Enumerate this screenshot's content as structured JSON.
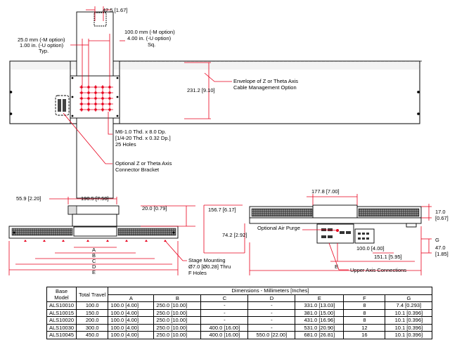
{
  "top_view": {
    "dim_42_5": "42.5 [1.67]",
    "dim_100_line1": "100.0 mm (-M option)",
    "dim_100_line2": "4.00 in. (-U option)",
    "dim_100_line3": "Sq.",
    "dim_25_line1": "25.0 mm (-M option)",
    "dim_25_line2": "1.00 in. (-U option)",
    "dim_25_line3": "Typ.",
    "envelope_line1": "Envelope of Z or Theta Axis",
    "envelope_line2": "Cable Management Option",
    "dim_231": "231.2 [9.10]",
    "holes_line1": "M6-1.0 Thd. x 8.0 Dp.",
    "holes_line2": "[1/4-20 Thd. x 0.32 Dp.]",
    "holes_line3": "25 Holes",
    "bracket_line1": "Optional Z or Theta Axis",
    "bracket_line2": "Connector Bracket"
  },
  "front_view": {
    "dim_55_9": "55.9 [2.20]",
    "dim_190_5": "190.5 [7.50]",
    "dim_20": "20.0 [0.79]",
    "dim_156_7": "156.7 [6.17]",
    "dim_74_2": "74.2 [2.92]",
    "letters": [
      "A",
      "B",
      "C",
      "D",
      "E"
    ],
    "mount_line1": "Stage Mounting",
    "mount_line2": "Ø7.0 [Ø0.28] Thru",
    "mount_line3": "F Holes"
  },
  "side_view": {
    "dim_177_8": "177.8 [7.00]",
    "air_purge": "Optional Air Purge",
    "dim_17": "17.0",
    "dim_0_67": "[0.67]",
    "dim_100": "100.0 [4.00]",
    "dim_151": "151.1 [5.95]",
    "g": "G",
    "dim_47": "47.0",
    "dim_1_85": "[1.85]",
    "e": "E",
    "upper_axis": "Upper Axis Connections"
  },
  "table": {
    "h_base": "Base",
    "h_model": "Model",
    "h_travel": "Total Travel",
    "h_dims": "Dimensions - Millimeters [Inches]",
    "cols": [
      "A",
      "B",
      "C",
      "D",
      "E",
      "F",
      "G"
    ],
    "rows": [
      [
        "ALS10010",
        "100.0",
        "100.0 [4.00]",
        "250.0 [10.00]",
        "-",
        "-",
        "331.0 [13.03]",
        "8",
        "7.4 [0.293]"
      ],
      [
        "ALS10015",
        "150.0",
        "100.0 [4.00]",
        "250.0 [10.00]",
        "-",
        "-",
        "381.0 [15.00]",
        "8",
        "10.1 [0.396]"
      ],
      [
        "ALS10020",
        "200.0",
        "100.0 [4.00]",
        "250.0 [10.00]",
        "-",
        "-",
        "431.0 [16.96]",
        "8",
        "10.1 [0.396]"
      ],
      [
        "ALS10030",
        "300.0",
        "100.0 [4.00]",
        "250.0 [10.00]",
        "400.0 [16.00]",
        "-",
        "531.0 [20.90]",
        "12",
        "10.1 [0.396]"
      ],
      [
        "ALS10045",
        "450.0",
        "100.0 [4.00]",
        "250.0 [10.00]",
        "400.0 [16.00]",
        "550.0 [22.00]",
        "681.0 [26.81]",
        "16",
        "10.1 [0.396]"
      ]
    ]
  }
}
